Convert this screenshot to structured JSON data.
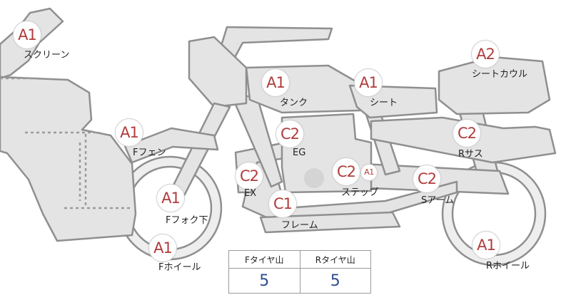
{
  "parts": [
    {
      "id": "screen",
      "grade": "A1",
      "label": "スクリーン"
    },
    {
      "id": "tank",
      "grade": "A1",
      "label": "タンク"
    },
    {
      "id": "seat",
      "grade": "A1",
      "label": "シート"
    },
    {
      "id": "seat-cowl",
      "grade": "A2",
      "label": "シートカウル"
    },
    {
      "id": "front-fender",
      "grade": "A1",
      "label": "Fフェン"
    },
    {
      "id": "engine",
      "grade": "C2",
      "label": "EG"
    },
    {
      "id": "rear-suspension",
      "grade": "C2",
      "label": "Rサス"
    },
    {
      "id": "exhaust",
      "grade": "C2",
      "label": "EX"
    },
    {
      "id": "step",
      "grade": "C2",
      "grade2": "A1",
      "label": "ステップ"
    },
    {
      "id": "swing-arm",
      "grade": "C2",
      "label": "Sアーム"
    },
    {
      "id": "front-fork",
      "grade": "A1",
      "label": "Fフォク下"
    },
    {
      "id": "frame",
      "grade": "C1",
      "label": "フレーム"
    },
    {
      "id": "front-wheel",
      "grade": "A1",
      "label": "Fホイール"
    },
    {
      "id": "rear-wheel",
      "grade": "A1",
      "label": "Rホイール"
    }
  ],
  "tire_tread": {
    "front_label": "Fタイヤ山",
    "rear_label": "Rタイヤ山",
    "front_value": "5",
    "rear_value": "5"
  },
  "colors": {
    "grade_text": "#b03c3c",
    "tread_value": "#2f4f8f",
    "part_fill": "#e4e4e4",
    "part_stroke": "#8f8f8f"
  }
}
